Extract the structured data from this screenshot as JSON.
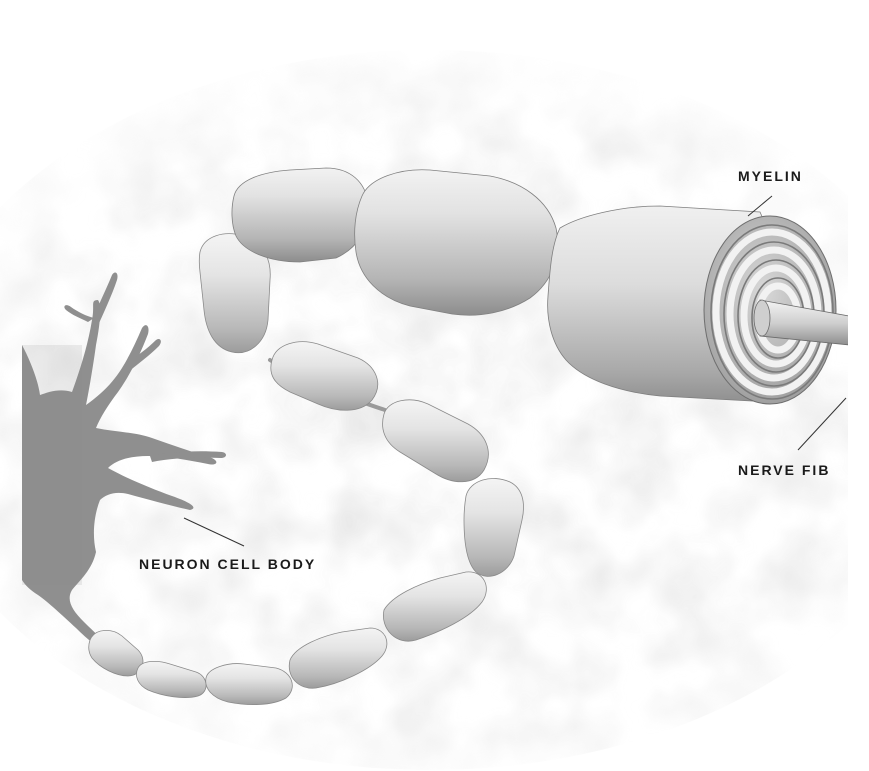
{
  "labels": {
    "myelin": "MYELIN",
    "nerve_fiber": "NERVE FIB",
    "neuron_cell_body": "NEURON CELL BODY"
  },
  "colors": {
    "background": "#ffffff",
    "haze": "#d9d9d9",
    "cell_body": "#8f8f8f",
    "myelin_light": "#ececec",
    "myelin_mid": "#c4c4c4",
    "myelin_dark": "#8a8a8a",
    "text": "#1a1a1a"
  }
}
